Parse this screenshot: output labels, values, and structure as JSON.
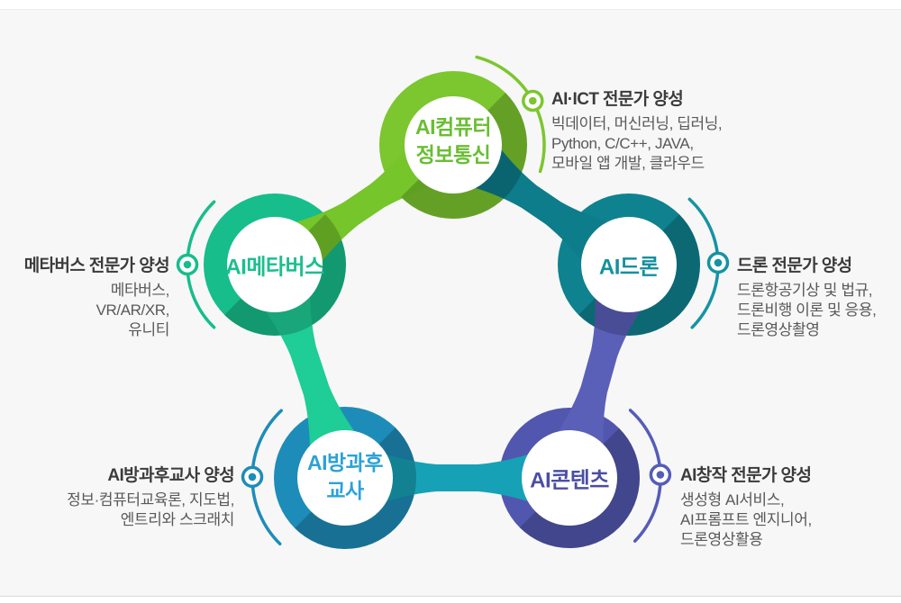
{
  "page": {
    "background_color": "#f7f7f7",
    "title_color": "#3b3b3b",
    "detail_color": "#595959"
  },
  "programs": [
    {
      "id": "ai-computer-ict",
      "node_label_lines": [
        "AI컴퓨터",
        "정보통신"
      ],
      "title": "AI·ICT 전문가 양성",
      "details": [
        "빅데이터, 머신러닝, 딥러닝,",
        "Python, C/C++, JAVA,",
        "모바일 앱 개발, 클라우드"
      ],
      "colors": {
        "ring": "#7cc62f",
        "label": "#69be33",
        "accent": "#7cc62f"
      }
    },
    {
      "id": "ai-drone",
      "node_label_lines": [
        "AI드론",
        ""
      ],
      "title": "드론 전문가 양성",
      "details": [
        "드론항공기상 및 법규,",
        "드론비행 이론 및 응용,",
        "드론영상촬영"
      ],
      "colors": {
        "ring": "#0f828f",
        "label": "#14909e",
        "accent": "#1593a4"
      }
    },
    {
      "id": "ai-content",
      "node_label_lines": [
        "AI콘텐츠",
        ""
      ],
      "title": "AI창작 전문가 양성",
      "details": [
        "생성형 AI서비스,",
        "AI프롬프트 엔지니어,",
        "드론영상활용"
      ],
      "colors": {
        "ring": "#5157ae",
        "label": "#4b4ea3",
        "accent": "#555cb8"
      }
    },
    {
      "id": "ai-afterschool-teacher",
      "node_label_lines": [
        "AI방과후",
        "교사"
      ],
      "title": "AI방과후교사 양성",
      "details": [
        "정보·컴퓨터교육론, 지도법,",
        "엔트리와 스크래치",
        ""
      ],
      "colors": {
        "ring": "#1e8cb8",
        "label": "#2ca2d8",
        "accent": "#1e8cb8"
      }
    },
    {
      "id": "ai-metaverse",
      "node_label_lines": [
        "AI메타버스",
        ""
      ],
      "title": "메타버스 전문가 양성",
      "details": [
        "메타버스,",
        "VR/AR/XR,",
        "유니티"
      ],
      "colors": {
        "ring": "#17bd8b",
        "label": "#1cbf8d",
        "accent": "#17bd8b"
      }
    }
  ],
  "connectors": [
    {
      "from": "ai-computer-ict",
      "to": "ai-metaverse",
      "color": "#76c52b"
    },
    {
      "from": "ai-computer-ict",
      "to": "ai-drone",
      "color": "#0d7c8b"
    },
    {
      "from": "ai-metaverse",
      "to": "ai-afterschool-teacher",
      "color": "#1fcd96"
    },
    {
      "from": "ai-drone",
      "to": "ai-content",
      "color": "#5a5fb8"
    },
    {
      "from": "ai-afterschool-teacher",
      "to": "ai-content",
      "color": "#17a1b6"
    }
  ]
}
